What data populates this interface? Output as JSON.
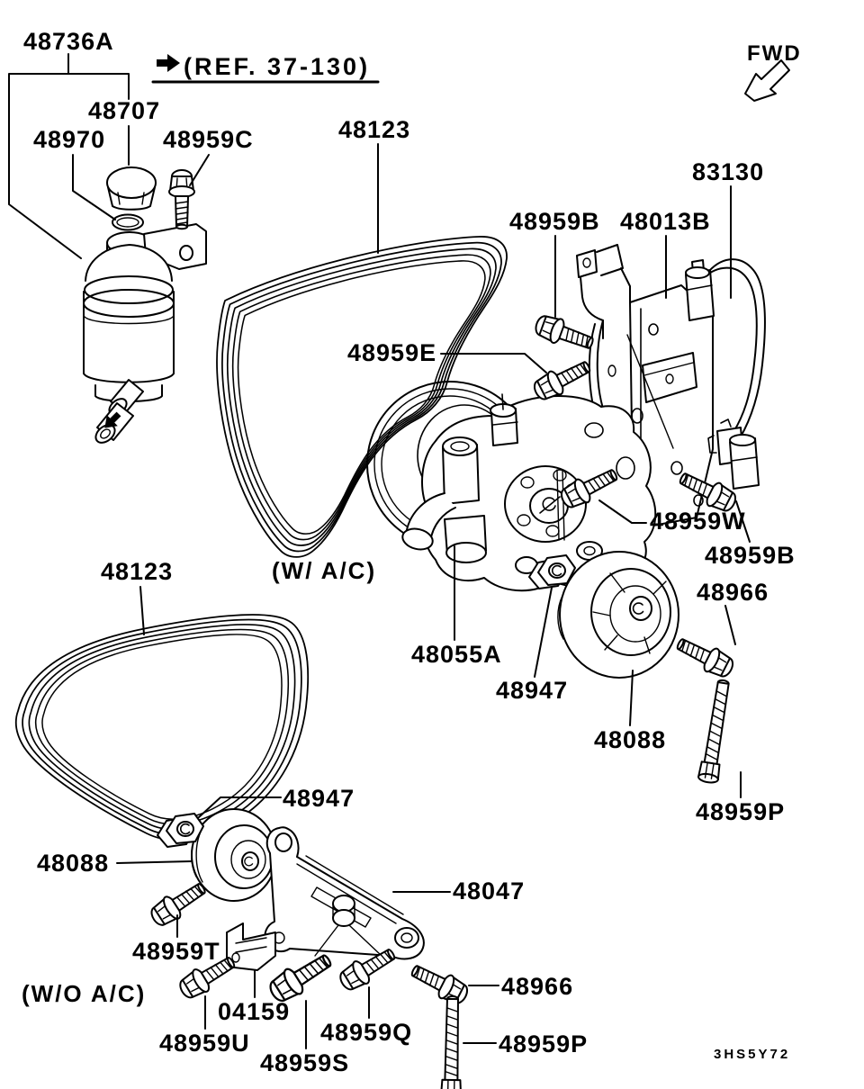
{
  "diagram": {
    "description": "Power steering oil pump and belt exploded parts diagram",
    "ref_note": "(REF. 37-130)",
    "fwd_label": "FWD",
    "variant_with_ac": "(W/ A/C)",
    "variant_without_ac": "(W/O A/C)",
    "figure_code": "3HS5Y72",
    "line_color": "#000000",
    "background_color": "#ffffff",
    "callouts": [
      {
        "label": "48736A"
      },
      {
        "label": "48707"
      },
      {
        "label": "48970"
      },
      {
        "label": "48959C"
      },
      {
        "label": "48123"
      },
      {
        "label": "83130"
      },
      {
        "label": "48959B"
      },
      {
        "label": "48013B"
      },
      {
        "label": "48959E"
      },
      {
        "label": "48959W"
      },
      {
        "label": "48959B"
      },
      {
        "label": "48966"
      },
      {
        "label": "48055A"
      },
      {
        "label": "48947"
      },
      {
        "label": "48088"
      },
      {
        "label": "48123"
      },
      {
        "label": "48959P"
      },
      {
        "label": "48947"
      },
      {
        "label": "48088"
      },
      {
        "label": "48047"
      },
      {
        "label": "48959T"
      },
      {
        "label": "04159"
      },
      {
        "label": "48959U"
      },
      {
        "label": "48959Q"
      },
      {
        "label": "48959S"
      },
      {
        "label": "48966"
      },
      {
        "label": "48959P"
      }
    ]
  }
}
